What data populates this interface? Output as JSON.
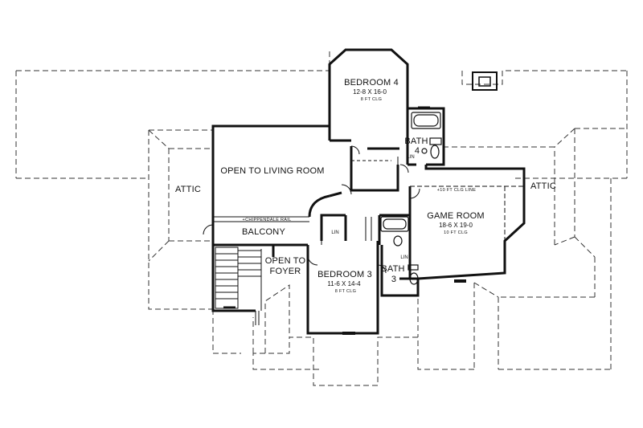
{
  "rooms": {
    "bedroom4": {
      "name": "BEDROOM 4",
      "size": "12-8 X 16-0",
      "ceiling": "8 FT CLG"
    },
    "bath4": {
      "name": "BATH",
      "num": "4"
    },
    "lin_a": "LIN",
    "open_living": "OPEN TO LIVING ROOM",
    "attic_left": "ATTIC",
    "attic_right": "ATTIC",
    "ceiling_line": "+10 FT CLG LINE",
    "game_room": {
      "name": "GAME ROOM",
      "size": "18-6 X 19-0",
      "ceiling": "10 FT CLG"
    },
    "rail": "+CHIPPENDALE RAIL",
    "balcony": "BALCONY",
    "lin_b": "LIN",
    "lin_c": "LIN",
    "open_foyer": {
      "line1": "OPEN TO",
      "line2": "FOYER"
    },
    "bedroom3": {
      "name": "BEDROOM 3",
      "size": "11-6 X 14-4",
      "ceiling": "8 FT CLG"
    },
    "bath3": {
      "name": "BATH",
      "num": "3"
    }
  }
}
